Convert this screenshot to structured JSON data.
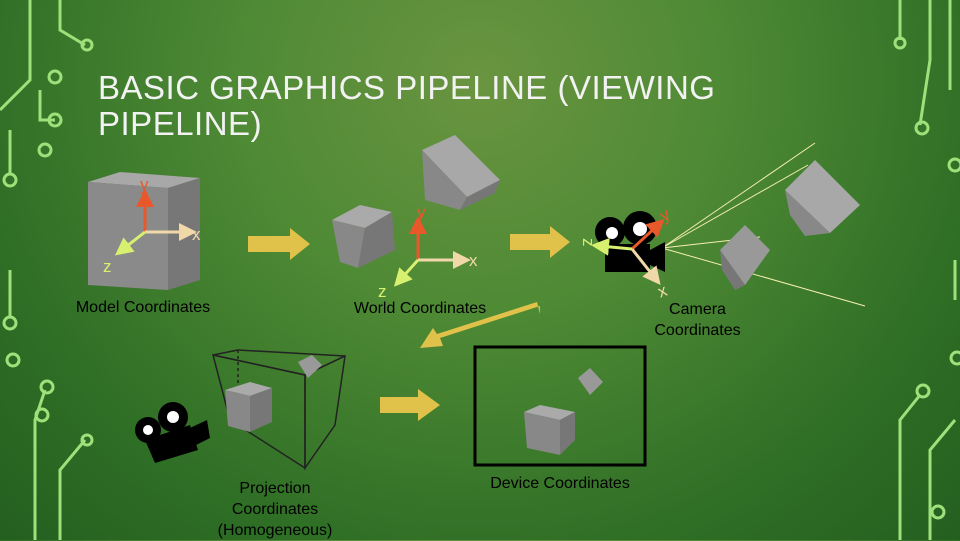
{
  "title": "BASIC GRAPHICS PIPELINE (VIEWING PIPELINE)",
  "stages": {
    "model": "Model Coordinates",
    "world": "World Coordinates",
    "camera": "Camera Coordinates",
    "projection": "Projection Coordinates (Homogeneous)",
    "device": "Device Coordinates"
  },
  "axes": {
    "x": "x",
    "y": "y",
    "z": "z"
  },
  "colors": {
    "y_axis": "#e8582a",
    "x_axis": "#f0d8a8",
    "z_axis": "#d8f070",
    "arrow": "#e8c84a",
    "circuit": "#9ee07a"
  }
}
